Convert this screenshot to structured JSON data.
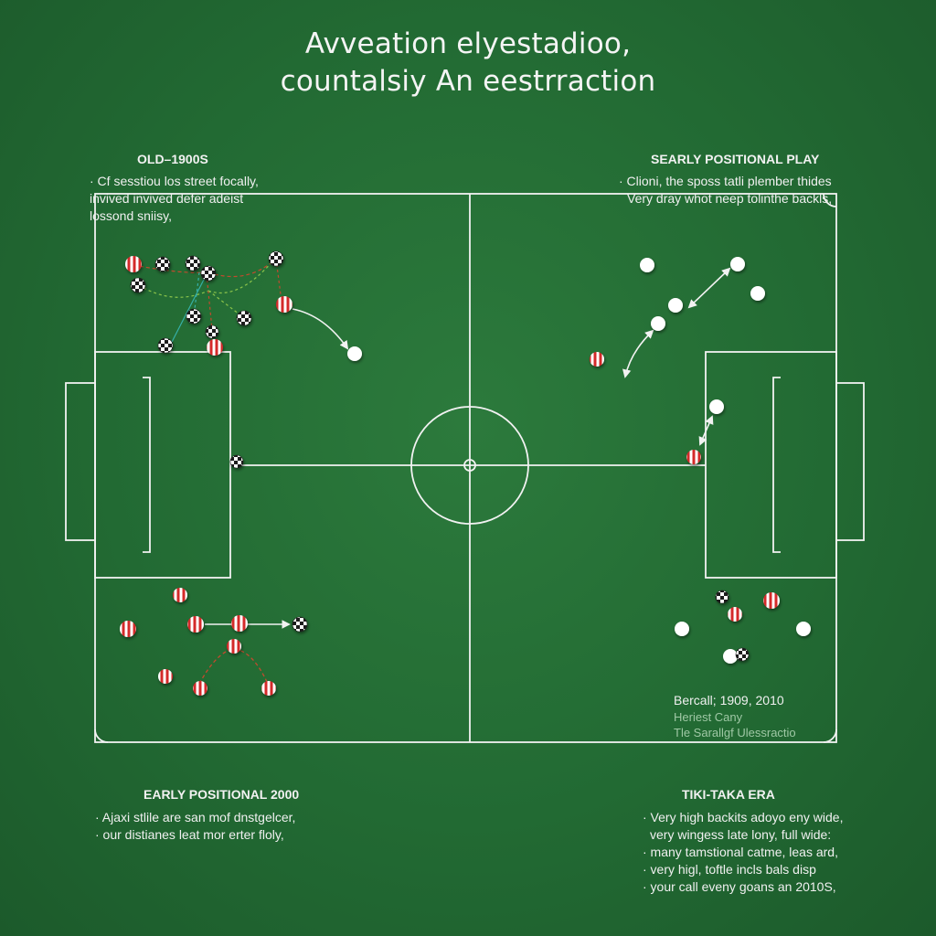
{
  "title": {
    "line1": "Avveation elyestadioo,",
    "line2": "countalsiy An eestrraction"
  },
  "panels": {
    "top_left": {
      "heading": "OLD–1900S",
      "lines": [
        "· Cf sesstiou los street focally,",
        "invived invived defer adeist",
        "lossond sniisy,"
      ]
    },
    "top_right": {
      "heading": "SEARLY POSITIONAL PLAY",
      "lines": [
        "· Clioni, the sposs tatli plember thides",
        "Very dray whot neep tolinthe backls,"
      ]
    },
    "mid_right": {
      "heading": "Bercall; 1909, 2010",
      "lines": [
        "Heriest Cany",
        "Tle Sarallgf Ulessractio"
      ]
    },
    "bottom_left": {
      "heading": "EARLY POSITIONAL 2000",
      "lines": [
        "· Ajaxi stlile are san mof dnstgelcer,",
        "· our distianes leat mor erter floly,"
      ]
    },
    "bottom_right": {
      "heading": "TIKI-TAKA ERA",
      "lines": [
        "· Very high backits adoyo eny wide,",
        "very wingess late lony, full wide:",
        "· many tamstional catme, leas ard,",
        "· very higl, toftle incls bals disp",
        "· your call eveny goans an 2010S,"
      ]
    }
  },
  "colors": {
    "pitch": "#236b34",
    "line": "#f2f2f2",
    "player_red": "#d42a2a",
    "player_black": "#1c1c1c",
    "player_white": "#ffffff",
    "pass_red": "#c24a2e",
    "pass_green": "#8bc34a",
    "pass_teal": "#36b0a8"
  },
  "icons": {
    "red_player": "red-white-striped-disc-icon",
    "black_player": "black-white-ball-icon",
    "white_player": "white-disc-icon"
  }
}
